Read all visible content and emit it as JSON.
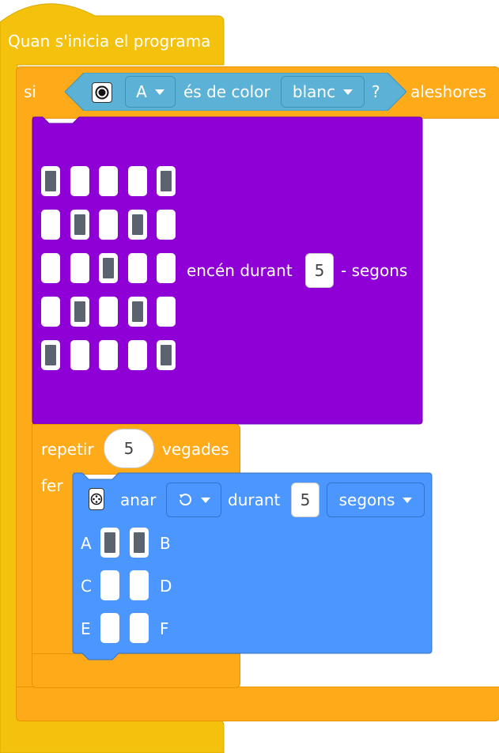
{
  "hat": {
    "label": "Quan s'inicia el programa"
  },
  "if_block": {
    "si_label": "si",
    "port_label": "A",
    "condition_label": "és de color",
    "color_value": "blanc",
    "question": "?",
    "then_label": "aleshores"
  },
  "light_block": {
    "label": "encén durant",
    "seconds_value": "5",
    "unit_label": "- segons",
    "matrix": [
      [
        true,
        false,
        false,
        false,
        true
      ],
      [
        false,
        true,
        false,
        true,
        false
      ],
      [
        false,
        false,
        true,
        false,
        false
      ],
      [
        false,
        true,
        false,
        true,
        false
      ],
      [
        true,
        false,
        false,
        false,
        true
      ]
    ]
  },
  "repeat_block": {
    "label": "repetir",
    "count": "5",
    "times_label": "vegades",
    "do_label": "fer"
  },
  "move_block": {
    "label": "anar",
    "direction_icon": "rotate-ccw-icon",
    "during_label": "durant",
    "seconds_value": "5",
    "unit_value": "segons",
    "ports": [
      {
        "left": "A",
        "right": "B",
        "left_on": true,
        "right_on": true
      },
      {
        "left": "C",
        "right": "D",
        "left_on": false,
        "right_on": false
      },
      {
        "left": "E",
        "right": "F",
        "left_on": false,
        "right_on": false
      }
    ]
  },
  "colors": {
    "event": "#f4c20d",
    "control": "#ffab19",
    "light": "#8f00d6",
    "motion": "#4c97ff",
    "sensor": "#5cb1d6"
  }
}
